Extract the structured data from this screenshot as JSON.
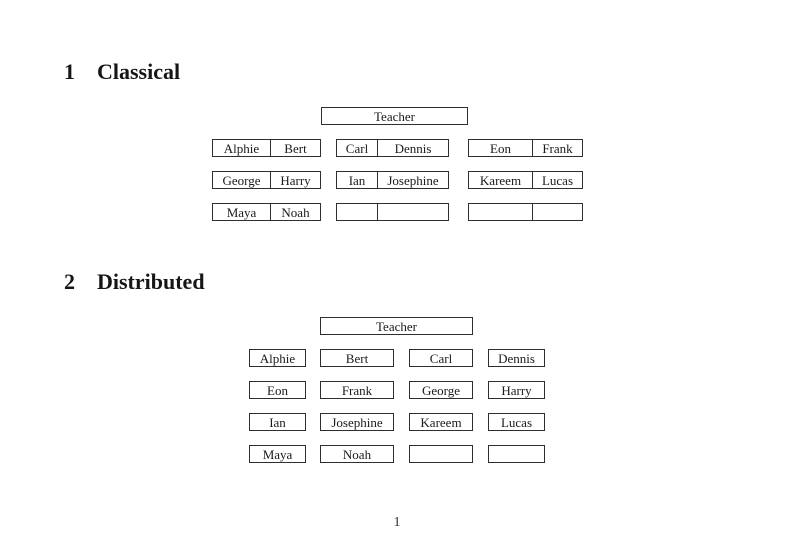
{
  "page": {
    "number": "1"
  },
  "sections": [
    {
      "number": "1",
      "title": "Classical"
    },
    {
      "number": "2",
      "title": "Distributed"
    }
  ],
  "classical": {
    "teacher_label": "Teacher",
    "groups": [
      {
        "rows": [
          [
            "Alphie",
            "Bert"
          ],
          [
            "George",
            "Harry"
          ],
          [
            "Maya",
            "Noah"
          ]
        ]
      },
      {
        "rows": [
          [
            "Carl",
            "Dennis"
          ],
          [
            "Ian",
            "Josephine"
          ],
          [
            "",
            ""
          ]
        ]
      },
      {
        "rows": [
          [
            "Eon",
            "Frank"
          ],
          [
            "Kareem",
            "Lucas"
          ],
          [
            "",
            ""
          ]
        ]
      }
    ]
  },
  "distributed": {
    "teacher_label": "Teacher",
    "rows": [
      [
        "Alphie",
        "Bert",
        "Carl",
        "Dennis"
      ],
      [
        "Eon",
        "Frank",
        "George",
        "Harry"
      ],
      [
        "Ian",
        "Josephine",
        "Kareem",
        "Lucas"
      ],
      [
        "Maya",
        "Noah",
        "",
        ""
      ]
    ]
  }
}
